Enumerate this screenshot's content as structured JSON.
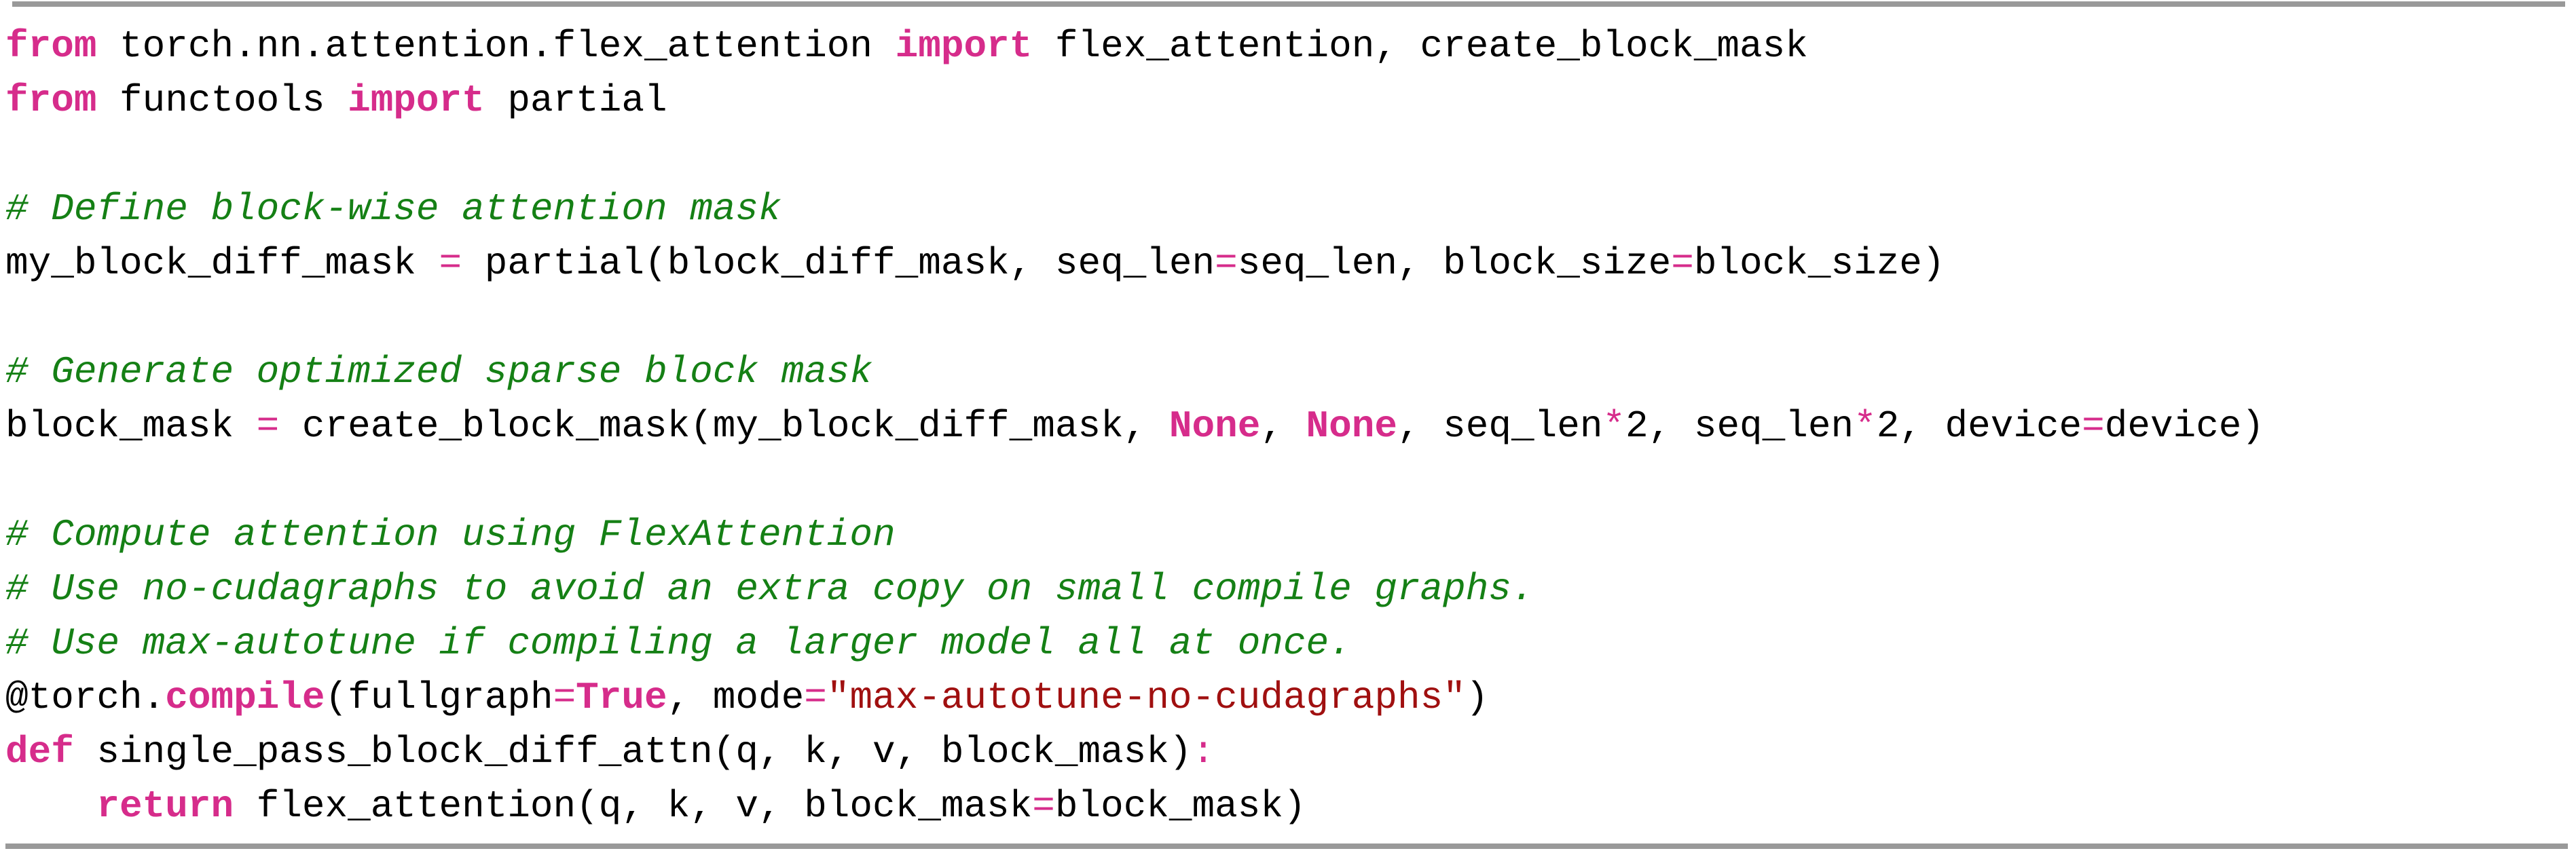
{
  "colors": {
    "background": "#FFFFFF",
    "rule": "#999999",
    "plain": "#000000",
    "keyword": "#D62C8B",
    "builtin": "#D62C8B",
    "operator": "#D62C8B",
    "comment": "#158015",
    "string": "#A01010"
  },
  "code": {
    "language": "python",
    "lines": [
      {
        "tokens": [
          {
            "t": "from",
            "c": "k"
          },
          {
            "t": " torch.nn.attention.flex_attention ",
            "c": "n"
          },
          {
            "t": "import",
            "c": "k"
          },
          {
            "t": " flex_attention, create_block_mask",
            "c": "n"
          }
        ]
      },
      {
        "tokens": [
          {
            "t": "from",
            "c": "k"
          },
          {
            "t": " functools ",
            "c": "n"
          },
          {
            "t": "import",
            "c": "k"
          },
          {
            "t": " partial",
            "c": "n"
          }
        ]
      },
      {
        "tokens": []
      },
      {
        "tokens": [
          {
            "t": "# Define block-wise attention mask",
            "c": "c"
          }
        ]
      },
      {
        "tokens": [
          {
            "t": "my_block_diff_mask ",
            "c": "n"
          },
          {
            "t": "=",
            "c": "o"
          },
          {
            "t": " partial(block_diff_mask, seq_len",
            "c": "n"
          },
          {
            "t": "=",
            "c": "o"
          },
          {
            "t": "seq_len, block_size",
            "c": "n"
          },
          {
            "t": "=",
            "c": "o"
          },
          {
            "t": "block_size)",
            "c": "n"
          }
        ]
      },
      {
        "tokens": []
      },
      {
        "tokens": [
          {
            "t": "# Generate optimized sparse block mask",
            "c": "c"
          }
        ]
      },
      {
        "tokens": [
          {
            "t": "block_mask ",
            "c": "n"
          },
          {
            "t": "=",
            "c": "o"
          },
          {
            "t": " create_block_mask(my_block_diff_mask, ",
            "c": "n"
          },
          {
            "t": "None",
            "c": "b"
          },
          {
            "t": ", ",
            "c": "n"
          },
          {
            "t": "None",
            "c": "b"
          },
          {
            "t": ", seq_len",
            "c": "n"
          },
          {
            "t": "*",
            "c": "o"
          },
          {
            "t": "2, seq_len",
            "c": "n"
          },
          {
            "t": "*",
            "c": "o"
          },
          {
            "t": "2, device",
            "c": "n"
          },
          {
            "t": "=",
            "c": "o"
          },
          {
            "t": "device)",
            "c": "n"
          }
        ]
      },
      {
        "tokens": []
      },
      {
        "tokens": [
          {
            "t": "# Compute attention using FlexAttention",
            "c": "c"
          }
        ]
      },
      {
        "tokens": [
          {
            "t": "# Use no-cudagraphs to avoid an extra copy on small compile graphs.",
            "c": "c"
          }
        ]
      },
      {
        "tokens": [
          {
            "t": "# Use max-autotune if compiling a larger model all at once.",
            "c": "c"
          }
        ]
      },
      {
        "tokens": [
          {
            "t": "@torch.",
            "c": "n"
          },
          {
            "t": "compile",
            "c": "b"
          },
          {
            "t": "(fullgraph",
            "c": "n"
          },
          {
            "t": "=",
            "c": "o"
          },
          {
            "t": "True",
            "c": "b"
          },
          {
            "t": ", mode",
            "c": "n"
          },
          {
            "t": "=",
            "c": "o"
          },
          {
            "t": "\"max-autotune-no-cudagraphs\"",
            "c": "s"
          },
          {
            "t": ")",
            "c": "n"
          }
        ]
      },
      {
        "tokens": [
          {
            "t": "def",
            "c": "k"
          },
          {
            "t": " single_pass_block_diff_attn(q, k, v, block_mask)",
            "c": "n"
          },
          {
            "t": ":",
            "c": "o"
          }
        ]
      },
      {
        "tokens": [
          {
            "t": "    ",
            "c": "n"
          },
          {
            "t": "return",
            "c": "k"
          },
          {
            "t": " flex_attention(q, k, v, block_mask",
            "c": "n"
          },
          {
            "t": "=",
            "c": "o"
          },
          {
            "t": "block_mask)",
            "c": "n"
          }
        ]
      }
    ]
  }
}
